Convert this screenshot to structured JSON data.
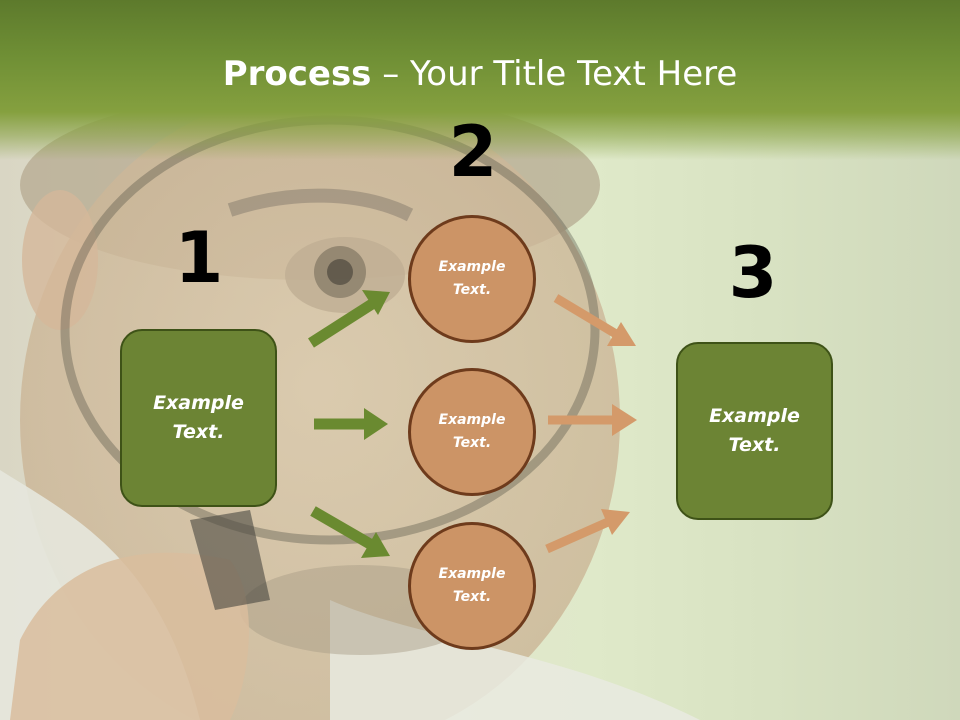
{
  "slide": {
    "title_bold": "Process",
    "title_rest": " – Your Title Text Here"
  },
  "steps": {
    "step1": {
      "number": "1",
      "box_label": "Example Text."
    },
    "step2": {
      "number": "2",
      "circle1_label": "Example Text.",
      "circle2_label": "Example Text.",
      "circle3_label": "Example Text."
    },
    "step3": {
      "number": "3",
      "box_label": "Example Text."
    }
  },
  "colors": {
    "header_green": "#6f8f35",
    "box_green": "#6c8434",
    "circle_tan": "#cc9466",
    "arrow_green": "#6a8a30",
    "arrow_tan": "#d49a6a"
  }
}
